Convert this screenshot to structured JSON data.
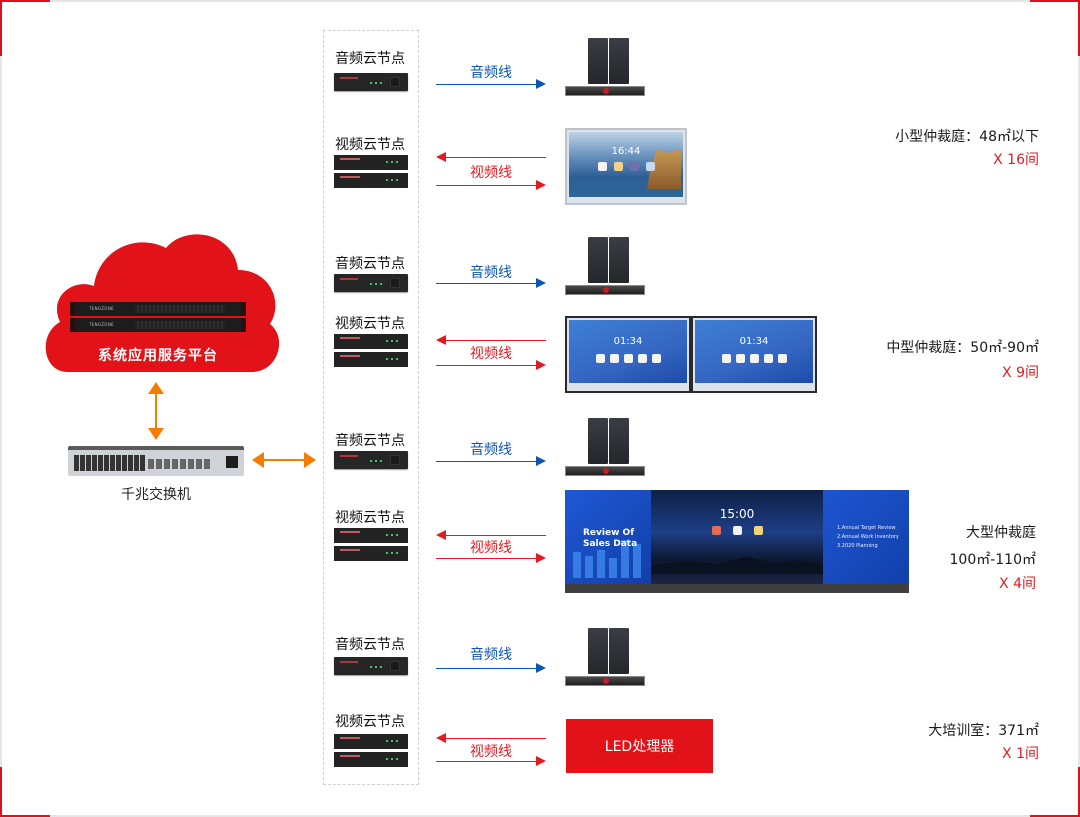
{
  "colors": {
    "brand_red": "#e11218",
    "audio_line_blue": "#0d56b5",
    "video_line_red": "#e21b23",
    "link_orange": "#f57c00"
  },
  "platform": {
    "label": "系统应用服务平台",
    "server_brand": "TENGZONE"
  },
  "switch": {
    "label": "千兆交换机"
  },
  "nodes": {
    "audio_label": "音频云节点",
    "video_label": "视频云节点"
  },
  "lines": {
    "audio": "音频线",
    "video": "视频线"
  },
  "displays": {
    "small_clock": "16:44",
    "medium_clock": "01:34",
    "large_clock": "15:00",
    "large_left_title_line1": "Review Of",
    "large_left_title_line2": "Sales Data",
    "large_right_list": [
      "1.Annual Target Review",
      "2.Annual Work Inventory",
      "3.2020 Planning"
    ],
    "led_processor": "LED处理器"
  },
  "rooms": [
    {
      "name": "小型仲裁庭：48㎡以下",
      "count": "X 16间"
    },
    {
      "name": "中型仲裁庭：50㎡-90㎡",
      "count": "X 9间"
    },
    {
      "name": "大型仲裁庭",
      "area": "100㎡-110㎡",
      "count": "X 4间"
    },
    {
      "name": "大培训室：371㎡",
      "count": "X 1间"
    }
  ]
}
